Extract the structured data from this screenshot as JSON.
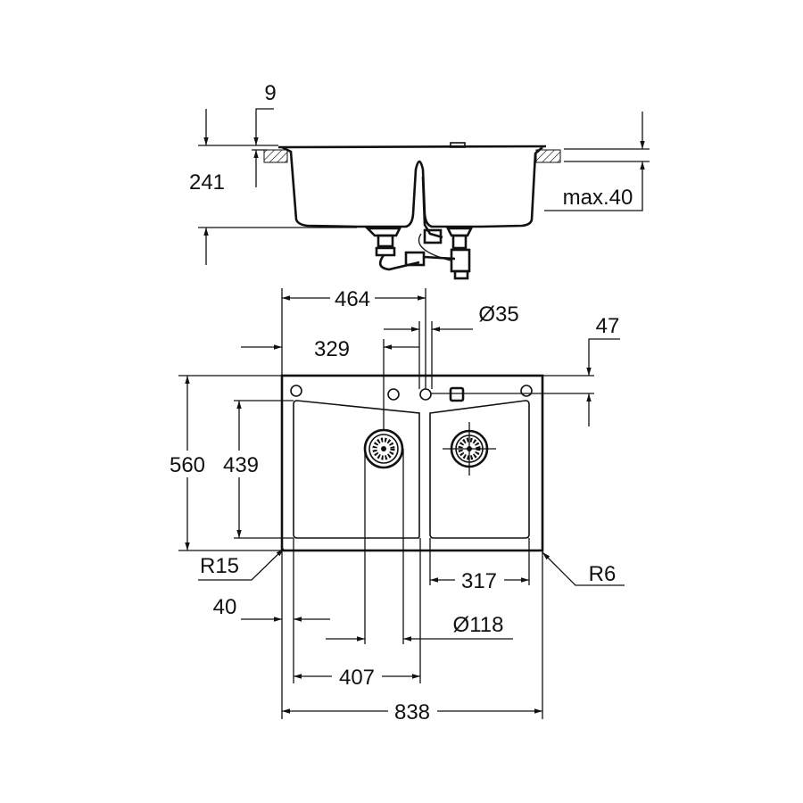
{
  "drawing": {
    "side_view": {
      "depth": "241",
      "lip": "9",
      "counter_thickness": "max.40"
    },
    "top_view": {
      "faucet_offset": "464",
      "faucet_hole": "Ø35",
      "drain_offset": "329",
      "hole_line": "47",
      "overall_depth": "560",
      "bowl_depth": "439",
      "corner_radius_outer": "R15",
      "corner_radius_inner": "R6",
      "right_bowl_width": "317",
      "edge_to_bowl": "40",
      "drain_diameter": "Ø118",
      "left_bowl_width": "407",
      "overall_width": "838"
    },
    "colors": {
      "line": "#111111",
      "background": "#ffffff"
    }
  }
}
